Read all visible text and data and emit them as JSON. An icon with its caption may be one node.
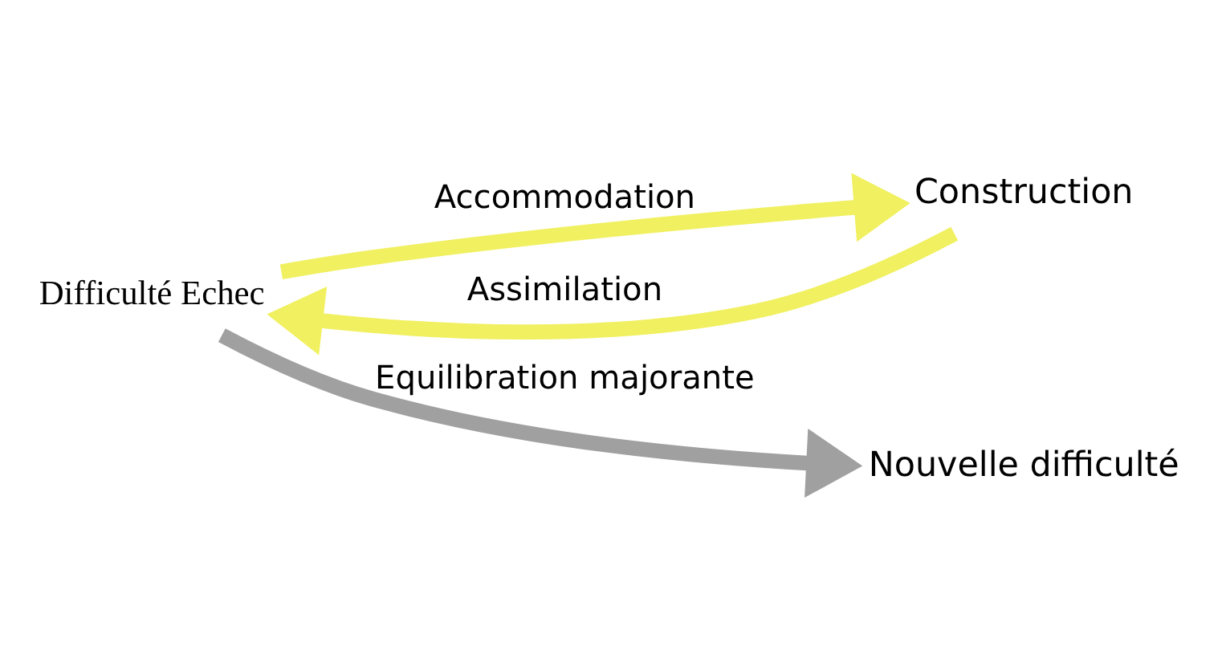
{
  "diagram": {
    "nodes": [
      {
        "text": [
          "Difficulté Echec"
        ]
      },
      {
        "text": [
          "Construction"
        ]
      },
      {
        "text": [
          "Nouvelle difficulté"
        ]
      }
    ],
    "edges": [
      {
        "from": 0,
        "to": 1,
        "arrow": "to",
        "label": "Accommodation"
      },
      {
        "from": 1,
        "to": 0,
        "arrow": "to",
        "label": "Assimilation"
      },
      {
        "from": 0,
        "to": 2,
        "arrow": "to",
        "label": "Equilibration majorante",
        "color": "#a0a0a0"
      }
    ]
  }
}
